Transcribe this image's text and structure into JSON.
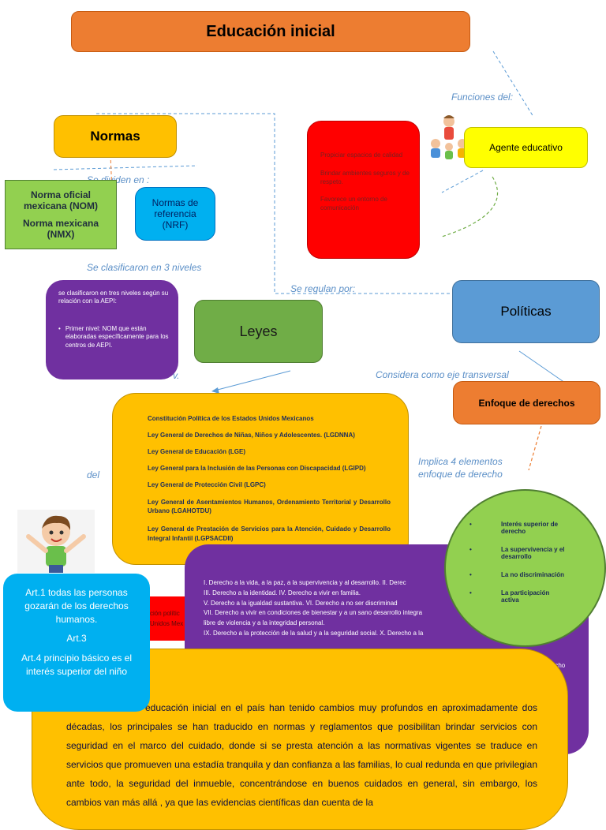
{
  "title": "Educación inicial",
  "normas": {
    "label": "Normas",
    "se_dividen": "Se dividen en :",
    "nom": "Norma oficial mexicana (NOM)",
    "nmx": "Norma mexicana (NMX)",
    "nrf": "Normas de referencia (NRF)",
    "se_clasificaron": "Se clasificaron en 3 niveles",
    "purple_intro": "se clasificaron en tres niveles según su relación con la AEPI:",
    "purple_item": "Primer nivel: NOM que están elaboradas específicamente para los centros de AEPI."
  },
  "funciones": {
    "label": "Funciones del:",
    "agente": "Agente educativo",
    "items": [
      "Propiciar espacios de calidad",
      "Brindar ambientes seguros y de respeto.",
      "Favorece un entorno de comunicación"
    ]
  },
  "se_regulan": "Se regulan por:",
  "politicas": "Políticas",
  "leyes": "Leyes",
  "fragment_v": "v.",
  "fragment_del": "del",
  "considera": "Considera como eje transversal",
  "enfoque": "Enfoque de derechos",
  "implica": [
    "Implica 4 elementos",
    "enfoque de derecho"
  ],
  "laws": [
    "Constitución Política de los Estados Unidos Mexicanos",
    "Ley General de Derechos de Niñas, Niños y Adolescentes. (LGDNNA)",
    "Ley General de Educación (LGE)",
    "Ley General para la Inclusión de las Personas con Discapacidad (LGIPD)",
    "Ley General de Protección Civil (LGPC)",
    "Ley General de Asentamientos Humanos, Ordenamiento Territorial y Desarrollo Urbano (LGAHOTDU)",
    "Ley General de Prestación de Servicios para la Atención, Cuidado y Desarrollo Integral Infantil (LGPSACDII)"
  ],
  "rights": [
    "I. Derecho a la vida, a la paz, a la supervivencia y al desarrollo.     II. Derec",
    "III. Derecho a la identidad.          IV. Derecho a vivir en familia.",
    "V. Derecho a la igualdad sustantiva.          VI. Derecho a no ser discriminad",
    "VII. Derecho a vivir en condiciones de bienestar y a un sano desarrollo integra",
    "libre de violencia y a la integridad personal.",
    "IX. Derecho a la protección de la salud y a la seguridad social.     X. Derecho a la"
  ],
  "rights_right_fragment": "Derecho",
  "red_fragment": [
    "ción polític",
    "Unidos Mex"
  ],
  "elements": [
    "Interés superior de derecho",
    "La supervivencia y el desarrollo",
    "La no discriminación",
    "La participación activa"
  ],
  "articles": [
    "Art.1 todas las personas gozarán de los derechos humanos.",
    "Art.3",
    "Art.4 principio básico es el interés superior del niño"
  ],
  "paragraph": "educación inicial en el país han tenido cambios muy profundos en aproximadamente dos décadas, los principales se han traducido en normas y reglamentos que posibilitan brindar servicios con seguridad en el marco del cuidado, donde si se presta atención a  las normativas vigentes se traduce en servicios que promueven una estadía tranquila y dan confianza a las familias, lo cual redunda en que privilegian ante todo, la seguridad del inmueble, concentrándose en buenos cuidados en general, sin embargo, los cambios van más allá , ya que las evidencias científicas dan cuenta de la",
  "colors": {
    "title_bg": "#ed7d31",
    "normas_bg": "#ffc000",
    "green": "#70ad47",
    "cyan": "#00b0f0",
    "purple": "#7030a0",
    "red": "#ff0000",
    "yellow": "#ffff00",
    "blue": "#5b9bd5",
    "olive": "#92d050",
    "dark_text": "#002060"
  }
}
